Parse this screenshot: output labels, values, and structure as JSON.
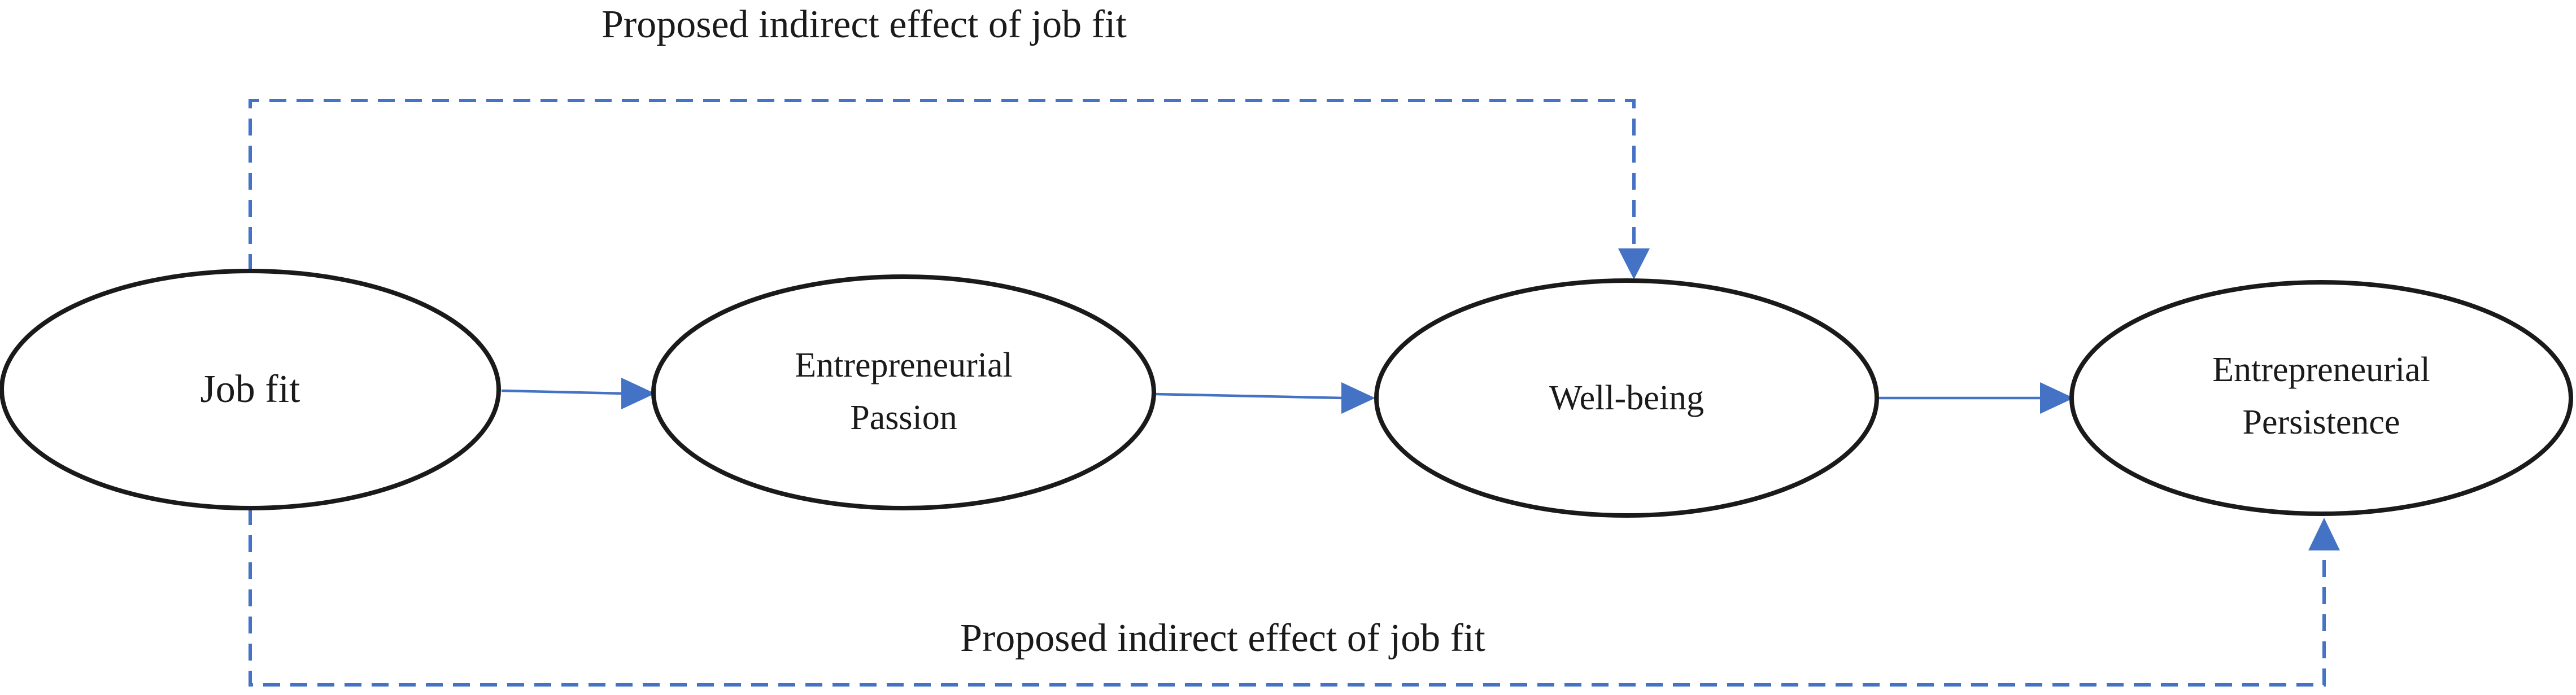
{
  "diagram": {
    "nodes": {
      "job_fit": {
        "label": "Job fit"
      },
      "passion": {
        "line1": "Entrepreneurial",
        "line2": "Passion"
      },
      "wellbeing": {
        "label": "Well-being"
      },
      "persistence": {
        "line1": "Entrepreneurial",
        "line2": "Persistence"
      }
    },
    "paths": {
      "top_label": "Proposed indirect effect of job fit",
      "bottom_label": "Proposed indirect effect of job fit"
    },
    "colors": {
      "arrow": "#4472c4",
      "ellipse_stroke": "#1a1a1a",
      "background": "#ffffff"
    }
  }
}
